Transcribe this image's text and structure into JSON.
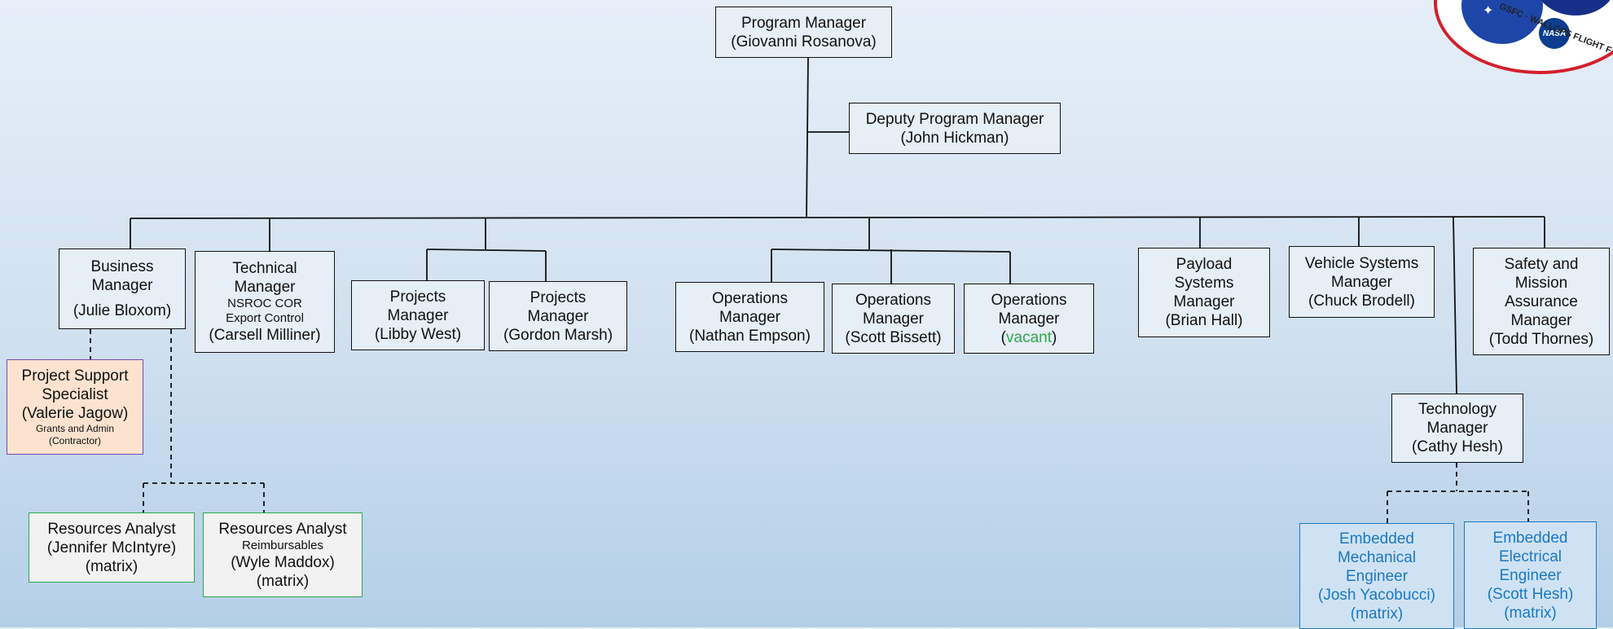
{
  "program_manager": {
    "title": "Program Manager",
    "name": "(Giovanni Rosanova)"
  },
  "deputy_manager": {
    "title": "Deputy Program Manager",
    "name": "(John Hickman)"
  },
  "business_manager": {
    "title1": "Business",
    "title2": "Manager",
    "name": "(Julie Bloxom)"
  },
  "technical_manager": {
    "title1": "Technical",
    "title2": "Manager",
    "sub1": "NSROC COR",
    "sub2": "Export Control",
    "name": "(Carsell Milliner)"
  },
  "projects_manager_1": {
    "title1": "Projects",
    "title2": "Manager",
    "name": "(Libby West)"
  },
  "projects_manager_2": {
    "title1": "Projects",
    "title2": "Manager",
    "name": "(Gordon Marsh)"
  },
  "operations_manager_1": {
    "title1": "Operations",
    "title2": "Manager",
    "name": "(Nathan Empson)"
  },
  "operations_manager_2": {
    "title1": "Operations",
    "title2": "Manager",
    "name": "(Scott Bissett)"
  },
  "operations_manager_3": {
    "title1": "Operations",
    "title2": "Manager",
    "name_open": "(",
    "name": "vacant",
    "name_close": ")"
  },
  "payload_manager": {
    "title1": "Payload",
    "title2": "Systems",
    "title3": "Manager",
    "name": "(Brian Hall)"
  },
  "vehicle_manager": {
    "title1": "Vehicle Systems",
    "title2": "Manager",
    "name": "(Chuck Brodell)"
  },
  "safety_manager": {
    "title1": "Safety and",
    "title2": "Mission",
    "title3": "Assurance",
    "title4": "Manager",
    "name": "(Todd Thornes)"
  },
  "technology_manager": {
    "title1": "Technology",
    "title2": "Manager",
    "name": "(Cathy Hesh)"
  },
  "support_specialist": {
    "title1": "Project Support",
    "title2": "Specialist",
    "name": "(Valerie Jagow)",
    "sub1": "Grants and Admin",
    "sub2": "(Contractor)"
  },
  "resources_analyst_1": {
    "title": "Resources Analyst",
    "name": "(Jennifer McIntyre)",
    "note": "(matrix)"
  },
  "resources_analyst_2": {
    "title": "Resources Analyst",
    "sub": "Reimbursables",
    "name": "(Wyle Maddox)",
    "note": "(matrix)"
  },
  "embedded_mechanical": {
    "title1": "Embedded",
    "title2": "Mechanical",
    "title3": "Engineer",
    "name": "(Josh Yacobucci)",
    "note": "(matrix)"
  },
  "embedded_electrical": {
    "title1": "Embedded",
    "title2": "Electrical",
    "title3": "Engineer",
    "name": "(Scott Hesh)",
    "note": "(matrix)"
  },
  "logo": {
    "text": "GSFC · WALLOPS FLIGHT FACILITY",
    "badge": "NASA"
  },
  "colors": {
    "vacant": "#2ea84a",
    "embedded": "#1a78c2",
    "support_border": "#7b47b5",
    "resource_border": "#2ea84a"
  }
}
